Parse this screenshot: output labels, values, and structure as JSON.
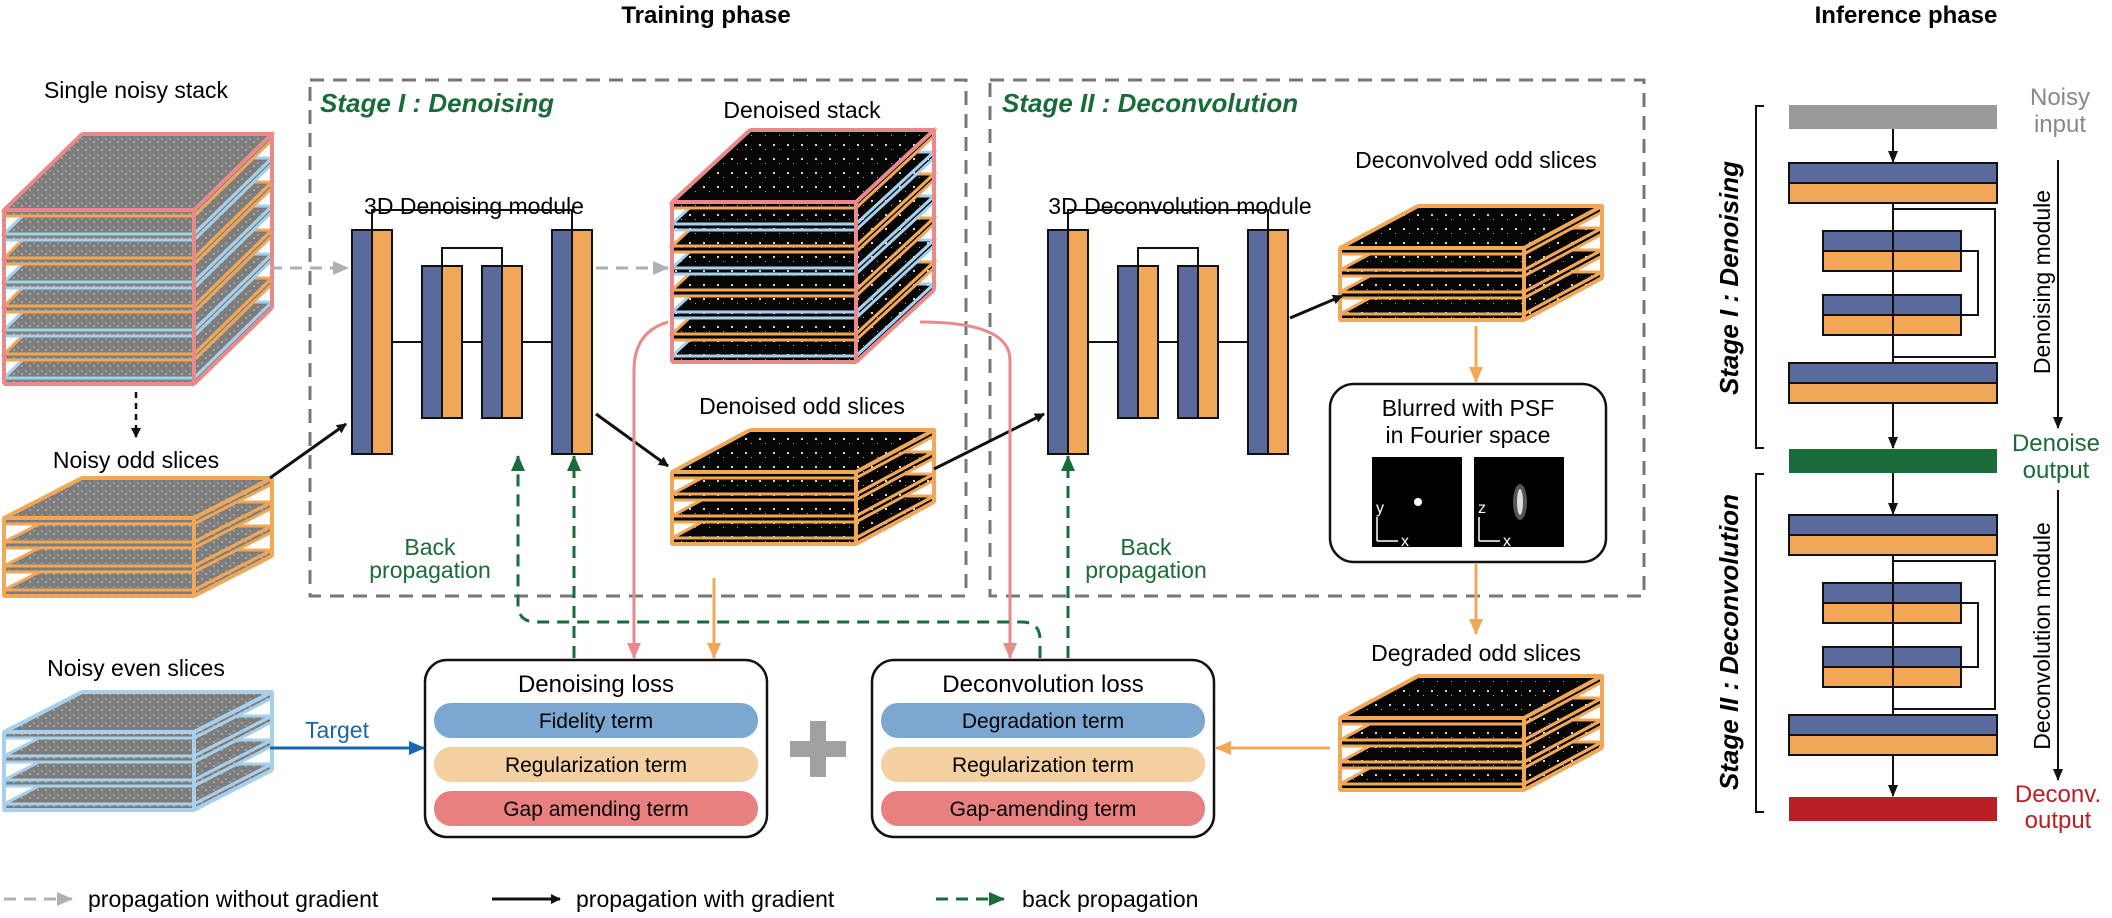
{
  "colors": {
    "pink": "#e88a8a",
    "orange": "#f0a858",
    "light_blue": "#a8d0ea",
    "navy": "#5a6a9a",
    "dark_green": "#1a6b3a",
    "red": "#b82025",
    "gray_arrow": "#b0b0b0",
    "target_blue": "#1a66ad",
    "fidelity": "#7ba7d1",
    "regularization": "#f4cfa0",
    "gap": "#e88080",
    "plus": "#a0a0a0",
    "noisy_bar": "#999999"
  },
  "training": {
    "title": "Training phase",
    "stage1_title": "Stage I : Denoising",
    "stage2_title": "Stage II : Deconvolution",
    "single_noisy_stack": "Single noisy stack",
    "noisy_odd_slices": "Noisy odd slices",
    "noisy_even_slices": "Noisy even slices",
    "denoising_module": "3D Denoising module",
    "denoised_stack": "Denoised stack",
    "denoised_odd_slices": "Denoised odd slices",
    "deconv_module": "3D Deconvolution module",
    "deconvolved_odd_slices": "Deconvolved odd slices",
    "psf_line1": "Blurred with PSF",
    "psf_line2": "in Fourier space",
    "psf_axis1_v": "y",
    "psf_axis1_h": "x",
    "psf_axis2_v": "z",
    "psf_axis2_h": "x",
    "degraded_odd_slices": "Degraded odd slices",
    "back_prop_1": "Back",
    "back_prop_2": "propagation",
    "target": "Target",
    "denoising_loss": {
      "title": "Denoising loss",
      "terms": [
        "Fidelity term",
        "Regularization term",
        "Gap amending term"
      ]
    },
    "deconv_loss": {
      "title": "Deconvolution loss",
      "terms": [
        "Degradation term",
        "Regularization term",
        "Gap-amending term"
      ]
    }
  },
  "legend": {
    "without_gradient": "propagation without gradient",
    "with_gradient": "propagation with gradient",
    "back": "back propagation"
  },
  "inference": {
    "title": "Inference phase",
    "noisy_input_1": "Noisy",
    "noisy_input_2": "input",
    "stage1": "Stage I : Denoising",
    "stage2": "Stage II : Deconvolution",
    "denoising_module": "Denoising module",
    "deconv_module": "Deconvolution module",
    "denoise_output_1": "Denoise",
    "denoise_output_2": "output",
    "deconv_output_1": "Deconv.",
    "deconv_output_2": "output"
  }
}
